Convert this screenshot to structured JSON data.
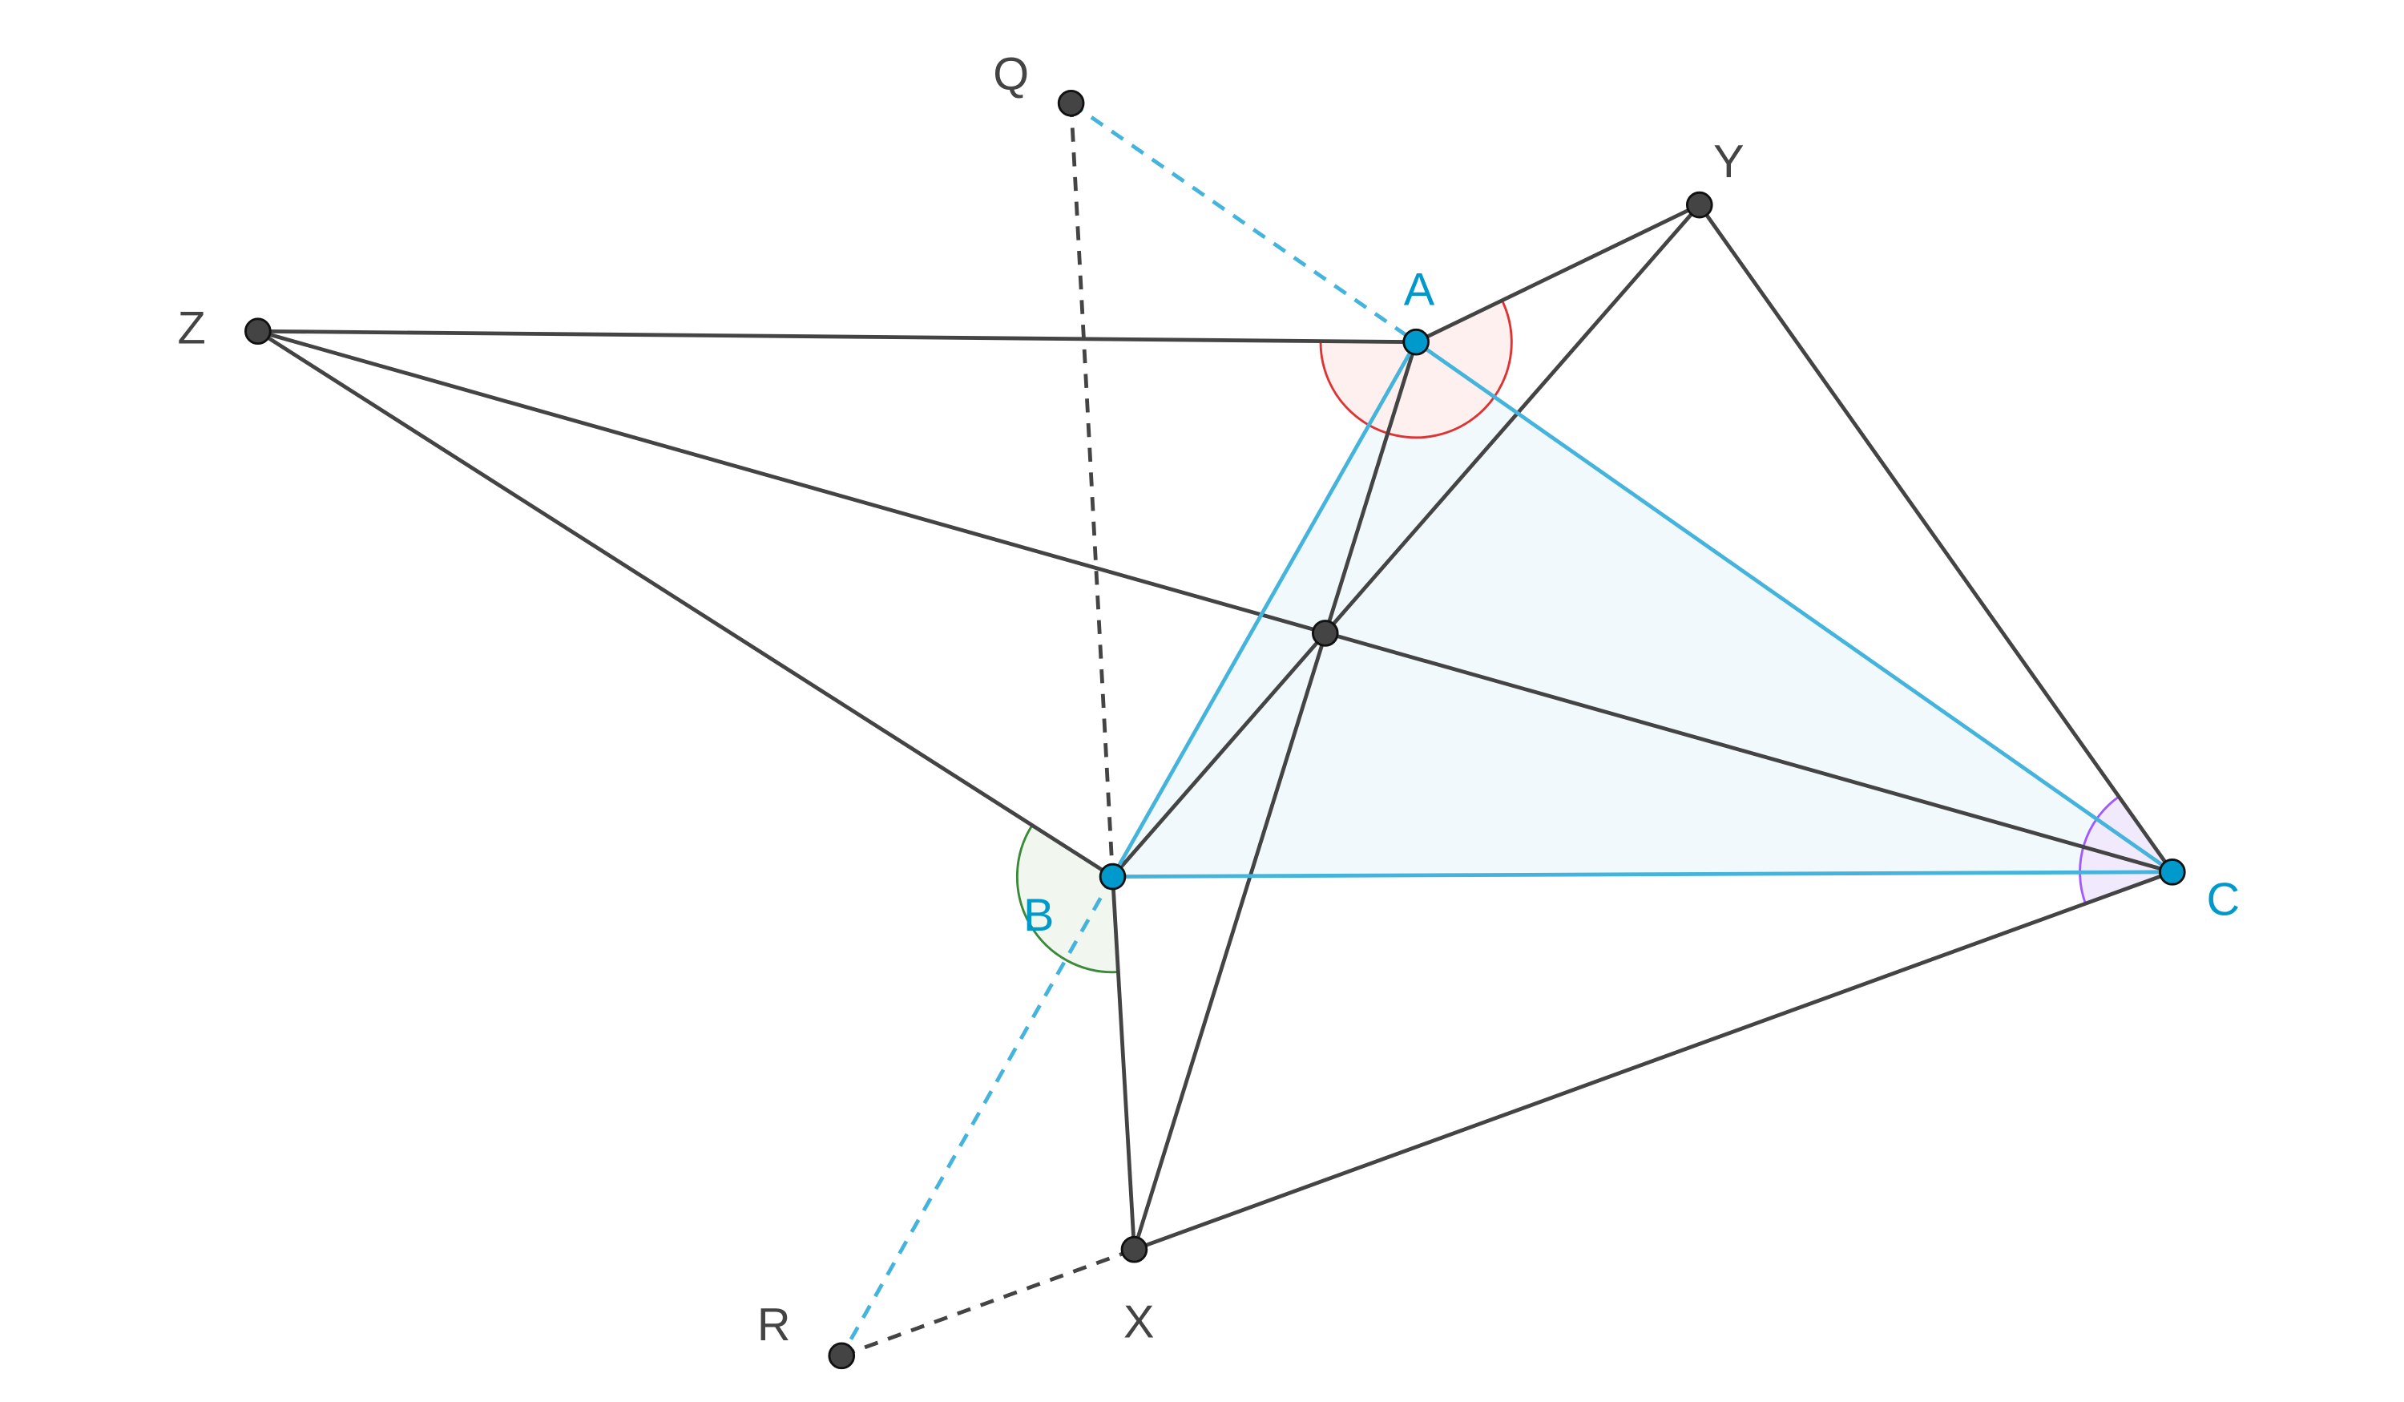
{
  "labels": {
    "Q": "Q",
    "Y": "Y",
    "A": "A",
    "Z": "Z",
    "B": "B",
    "C": "C",
    "X": "X",
    "R": "R"
  },
  "colors": {
    "ink": "#444444",
    "blue": "#0099cc",
    "blueLine": "#44b4dc",
    "fill": "#f1f9fc",
    "red": "#dd3333",
    "green": "#3a8a3a",
    "purple": "#a259ff"
  }
}
